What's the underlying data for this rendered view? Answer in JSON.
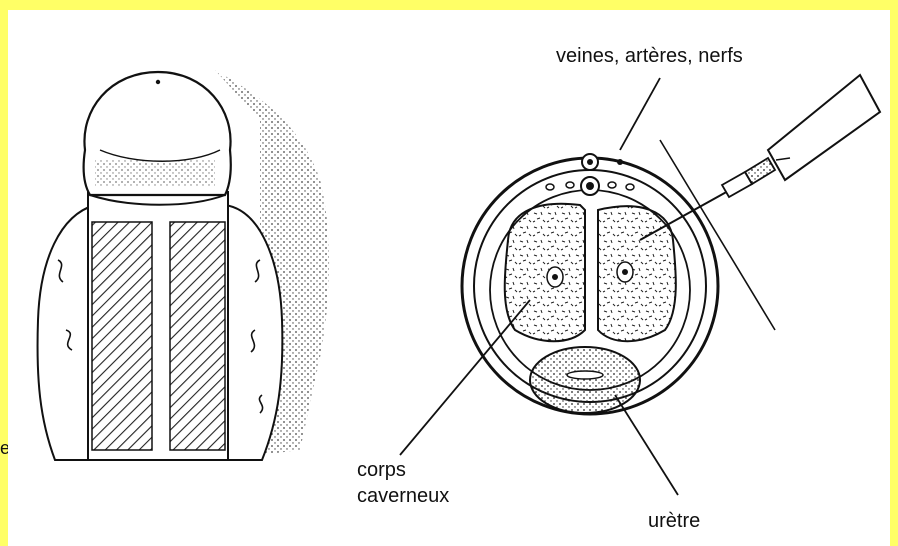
{
  "labels": {
    "vessels": "veines, artères, nerfs",
    "corps_line1": "corps",
    "corps_line2": "caverneux",
    "urethra": "urètre"
  },
  "stray_glyph": "e",
  "colors": {
    "frame": "#ffff66",
    "panel": "#ffffff",
    "ink": "#111111"
  }
}
